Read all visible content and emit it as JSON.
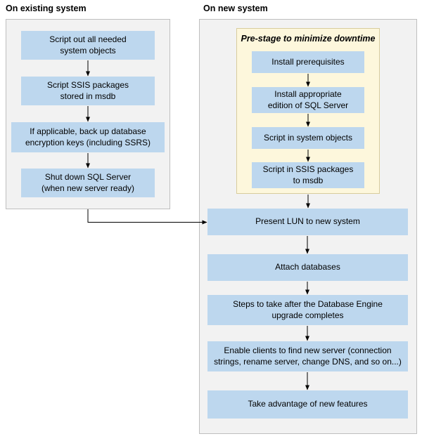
{
  "colors": {
    "step_fill": "#BDD7EE",
    "container_fill": "#F2F2F2",
    "container_border": "#BFBFBF",
    "prestage_fill": "#FDF7DC",
    "prestage_border": "#D8CC9C",
    "arrow": "#000000"
  },
  "existing_system": {
    "header": "On existing system",
    "steps": [
      "Script out all needed\nsystem objects",
      "Script SSIS packages\nstored in msdb",
      "If applicable, back up database\nencryption keys (including SSRS)",
      "Shut down SQL Server\n(when new server ready)"
    ]
  },
  "new_system": {
    "header": "On new system",
    "prestage": {
      "title": "Pre-stage to minimize downtime",
      "steps": [
        "Install prerequisites",
        "Install appropriate\nedition of SQL Server",
        "Script in system objects",
        "Script in SSIS packages\nto msdb"
      ]
    },
    "steps": [
      "Present LUN to new system",
      "Attach databases",
      "Steps to take after the Database Engine\nupgrade completes",
      "Enable clients to find new server (connection\nstrings, rename server, change DNS, and so on...)",
      "Take advantage of new features"
    ]
  }
}
